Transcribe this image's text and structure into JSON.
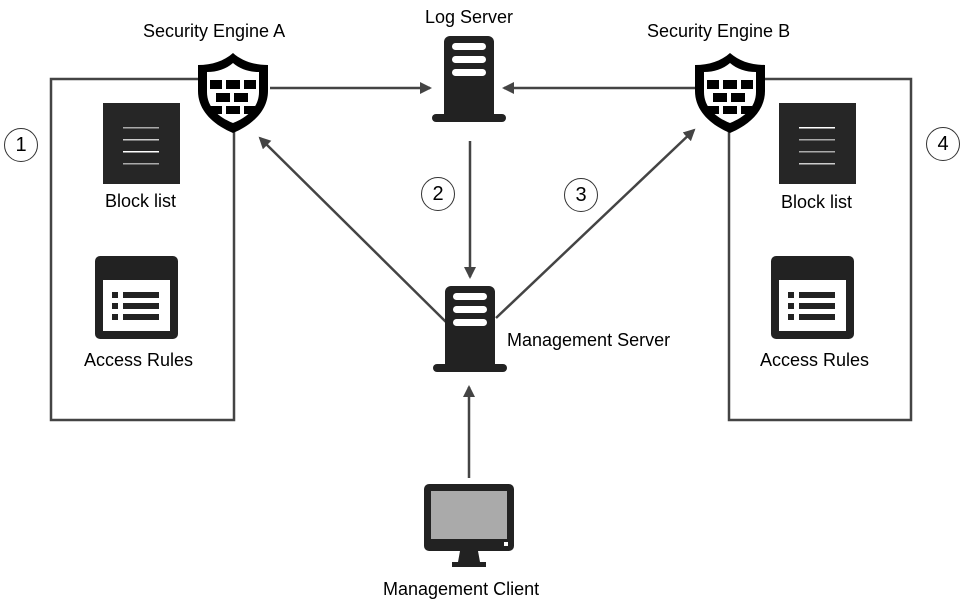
{
  "nodes": {
    "engine_a": {
      "label": "Security Engine A"
    },
    "engine_b": {
      "label": "Security Engine B"
    },
    "log_server": {
      "label": "Log Server"
    },
    "management_server": {
      "label": "Management Server"
    },
    "management_client": {
      "label": "Management Client"
    }
  },
  "engine_a_box": {
    "block_list": "Block list",
    "access_rules": "Access Rules"
  },
  "engine_b_box": {
    "block_list": "Block list",
    "access_rules": "Access Rules"
  },
  "steps": [
    "1",
    "2",
    "3",
    "4"
  ],
  "connections": [
    {
      "from": "Security Engine A",
      "to": "Log Server"
    },
    {
      "from": "Security Engine B",
      "to": "Log Server"
    },
    {
      "from": "Log Server",
      "to": "Management Server"
    },
    {
      "from": "Management Server",
      "to": "Security Engine A"
    },
    {
      "from": "Management Server",
      "to": "Security Engine B"
    },
    {
      "from": "Management Client",
      "to": "Management Server"
    }
  ],
  "colors": {
    "line": "#444444",
    "icon": "#222222",
    "screen": "#aaaaaa"
  }
}
